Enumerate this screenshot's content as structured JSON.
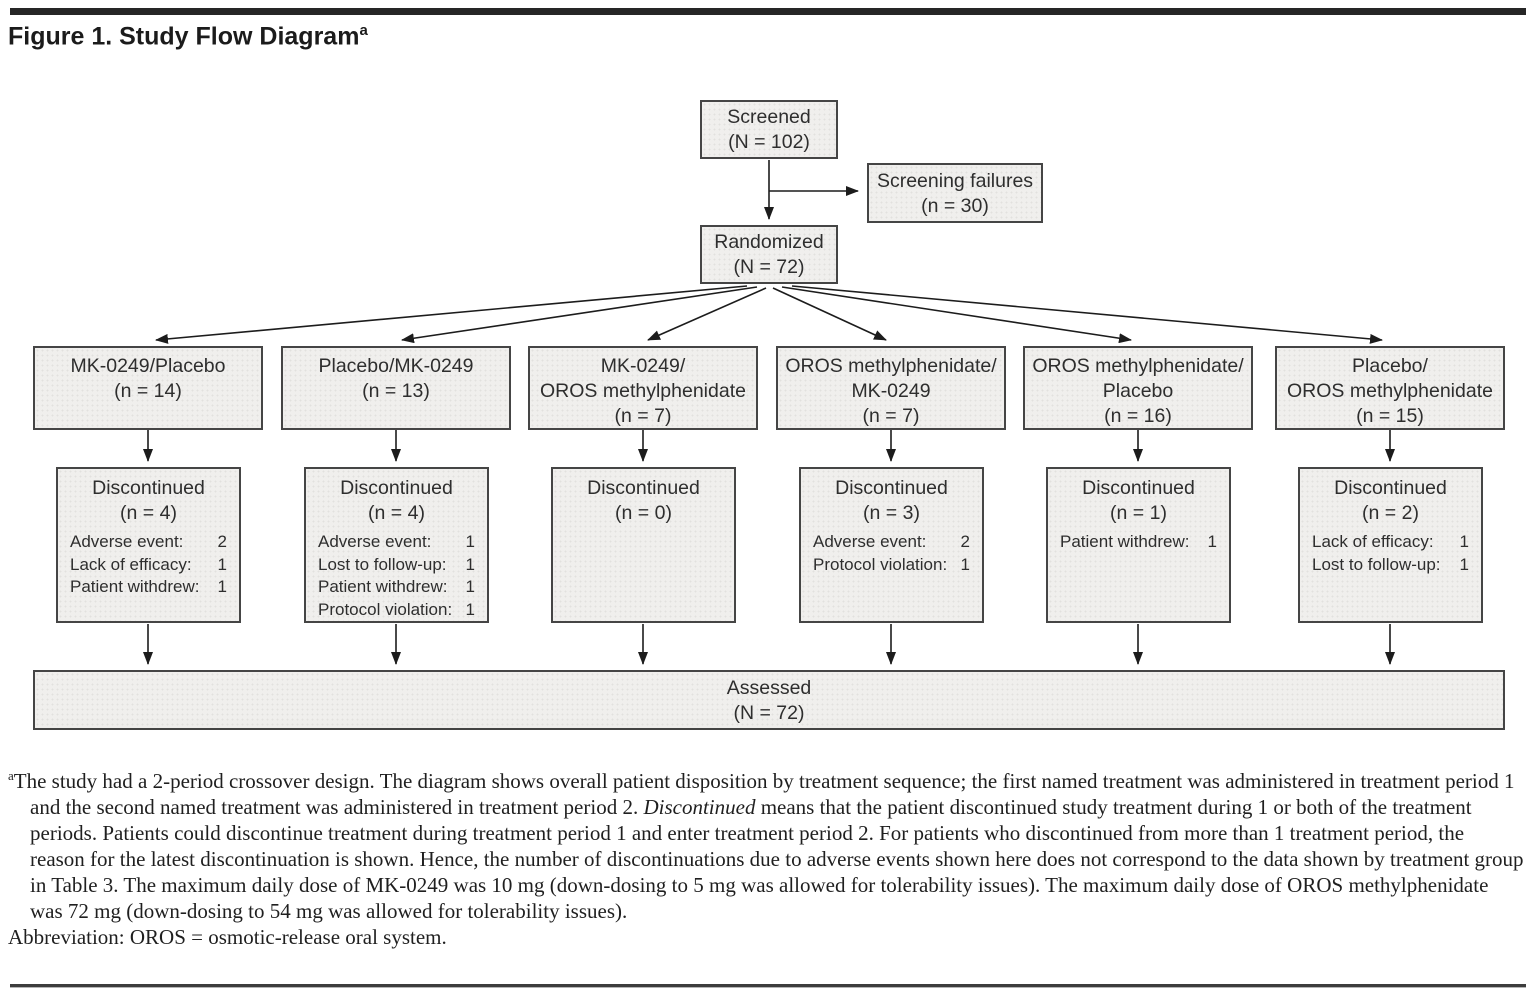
{
  "title": {
    "text": "Figure 1. Study Flow Diagram",
    "superscript": "a"
  },
  "flow": {
    "screened": {
      "lines": [
        "Screened",
        "(N = 102)"
      ]
    },
    "screening_failures": {
      "lines": [
        "Screening failures",
        "(n = 30)"
      ]
    },
    "randomized": {
      "lines": [
        "Randomized",
        "(N = 72)"
      ]
    },
    "arms": [
      {
        "lines": [
          "MK-0249/Placebo",
          "(n = 14)"
        ],
        "discontinued": {
          "title": "Discontinued",
          "n": "(n = 4)",
          "reasons": [
            {
              "label": "Adverse event:",
              "value": "2"
            },
            {
              "label": "Lack of efficacy:",
              "value": "1"
            },
            {
              "label": "Patient withdrew:",
              "value": "1"
            }
          ]
        }
      },
      {
        "lines": [
          "Placebo/MK-0249",
          "(n = 13)"
        ],
        "discontinued": {
          "title": "Discontinued",
          "n": "(n = 4)",
          "reasons": [
            {
              "label": "Adverse event:",
              "value": "1"
            },
            {
              "label": "Lost to follow-up:",
              "value": "1"
            },
            {
              "label": "Patient withdrew:",
              "value": "1"
            },
            {
              "label": "Protocol violation:",
              "value": "1"
            }
          ]
        }
      },
      {
        "lines": [
          "MK-0249/",
          "OROS methylphenidate",
          "(n = 7)"
        ],
        "discontinued": {
          "title": "Discontinued",
          "n": "(n = 0)",
          "reasons": []
        }
      },
      {
        "lines": [
          "OROS methylphenidate/",
          "MK-0249",
          "(n = 7)"
        ],
        "discontinued": {
          "title": "Discontinued",
          "n": "(n = 3)",
          "reasons": [
            {
              "label": "Adverse event:",
              "value": "2"
            },
            {
              "label": "Protocol violation:",
              "value": "1"
            }
          ]
        }
      },
      {
        "lines": [
          "OROS methylphenidate/",
          "Placebo",
          "(n = 16)"
        ],
        "discontinued": {
          "title": "Discontinued",
          "n": "(n = 1)",
          "reasons": [
            {
              "label": "Patient withdrew:",
              "value": "1"
            }
          ]
        }
      },
      {
        "lines": [
          "Placebo/",
          "OROS methylphenidate",
          "(n = 15)"
        ],
        "discontinued": {
          "title": "Discontinued",
          "n": "(n = 2)",
          "reasons": [
            {
              "label": "Lack of efficacy:",
              "value": "1"
            },
            {
              "label": "Lost to follow-up:",
              "value": "1"
            }
          ]
        }
      }
    ],
    "assessed": {
      "lines": [
        "Assessed",
        "(N = 72)"
      ]
    }
  },
  "footnote": {
    "marker": "a",
    "part1": "The study had a 2-period crossover design. The diagram shows overall patient disposition by treatment sequence; the first named treatment was administered in treatment period 1 and the second named treatment was administered in treatment period 2. ",
    "italic_term": "Discontinued",
    "part2": " means that the patient discontinued study treatment during 1 or both of the treatment periods. Patients could discontinue treatment during treatment period 1 and enter treatment period 2. For patients who discontinued from more than 1 treatment period, the reason for the latest discontinuation is shown. Hence, the number of discontinuations due to adverse events shown here does not correspond to the data shown by treatment group in Table 3. The maximum daily dose of MK-0249 was 10 mg (down-dosing to 5 mg was allowed for tolerability issues). The maximum daily dose of OROS methylphenidate was 72 mg (down-dosing to 54 mg was allowed for tolerability issues)."
  },
  "abbreviation": "Abbreviation: OROS = osmotic-release oral system.",
  "colors": {
    "box_fill": "#f0efed",
    "box_border": "#454545",
    "text": "#2e2e2e",
    "rule": "#262626",
    "arrow": "#1c1c1c"
  }
}
